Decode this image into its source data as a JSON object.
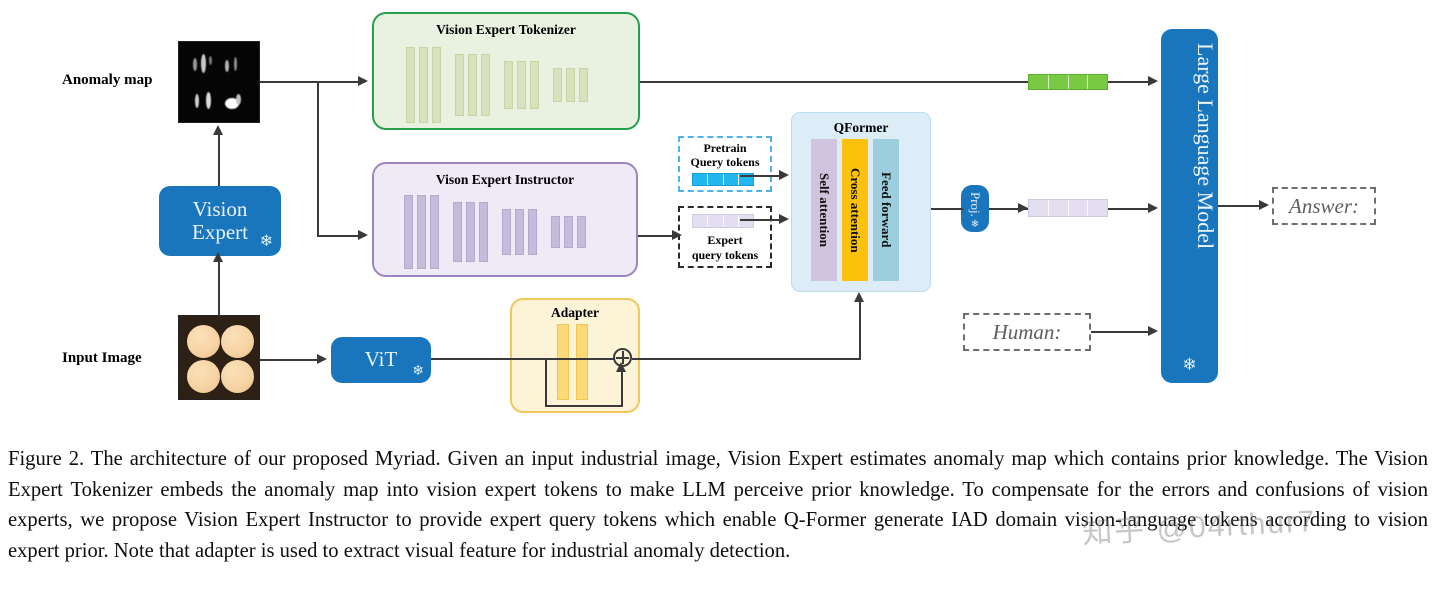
{
  "figure": {
    "labels": {
      "anomaly_map": "Anomaly map",
      "input_image": "Input Image"
    },
    "modules": {
      "vision_expert": {
        "line1": "Vision",
        "line2": "Expert",
        "frozen_icon": "snowflake-icon",
        "color": "#1a76bc"
      },
      "vit": {
        "label": "ViT",
        "frozen_icon": "snowflake-icon",
        "color": "#1a76bc"
      },
      "proj": {
        "label": "Proj.",
        "frozen_icon": "snowflake-icon",
        "color": "#1a76bc"
      },
      "llm": {
        "label": "Large Language Model",
        "frozen_icon": "snowflake-icon",
        "color": "#1a76bc"
      },
      "tokenizer": {
        "title": "Vision Expert Tokenizer",
        "border_color": "#22a04a",
        "fill_color": "#e9f2e0",
        "bar_color": "#d9e2bd"
      },
      "instructor": {
        "title": "Vison Expert Instructor",
        "border_color": "#9d86bf",
        "fill_color": "#efeaf5",
        "bar_color": "#c3bddb"
      },
      "adapter": {
        "title": "Adapter",
        "border_color": "#f2c75c",
        "fill_color": "#fdf3d7",
        "bar_color": "#fcd978",
        "sum_node": "plus-circle-icon"
      },
      "qformer": {
        "title": "QFormer",
        "fill_color": "#dcedf8",
        "columns": [
          {
            "label": "Self attention",
            "color": "#cfc3dd"
          },
          {
            "label": "Cross attention",
            "color": "#fcc10a"
          },
          {
            "label": "Feed forward",
            "color": "#9dcedd"
          }
        ]
      }
    },
    "tokens": {
      "pretrain": {
        "line1": "Pretrain",
        "line2": "Query tokens",
        "cells": 4,
        "color": "#22b8ef",
        "border_color": "#4fb3e8"
      },
      "expert": {
        "line1": "Expert",
        "line2": "query tokens",
        "cells": 4,
        "color": "#e3dff0",
        "border_color": "#2a2a2a"
      },
      "vision_expert_tokens": {
        "cells": 4,
        "color": "#7ac943"
      },
      "projected_tokens": {
        "cells": 4,
        "color": "#e3dff0"
      }
    },
    "prompts": {
      "answer": "Answer:",
      "human": "Human:"
    }
  },
  "caption": "Figure 2. The architecture of our proposed Myriad. Given an input industrial image, Vision Expert estimates anomaly map which contains prior knowledge. The Vision Expert Tokenizer embeds the anomaly map into vision expert tokens to make LLM perceive prior knowledge. To compensate for the errors and confusions of vision experts, we propose Vision Expert Instructor to provide expert query tokens which enable Q-Former generate IAD domain vision-language tokens according to vision expert prior. Note that adapter is used to extract visual feature for industrial anomaly detection.",
  "watermark": "知乎 @04rthur7"
}
